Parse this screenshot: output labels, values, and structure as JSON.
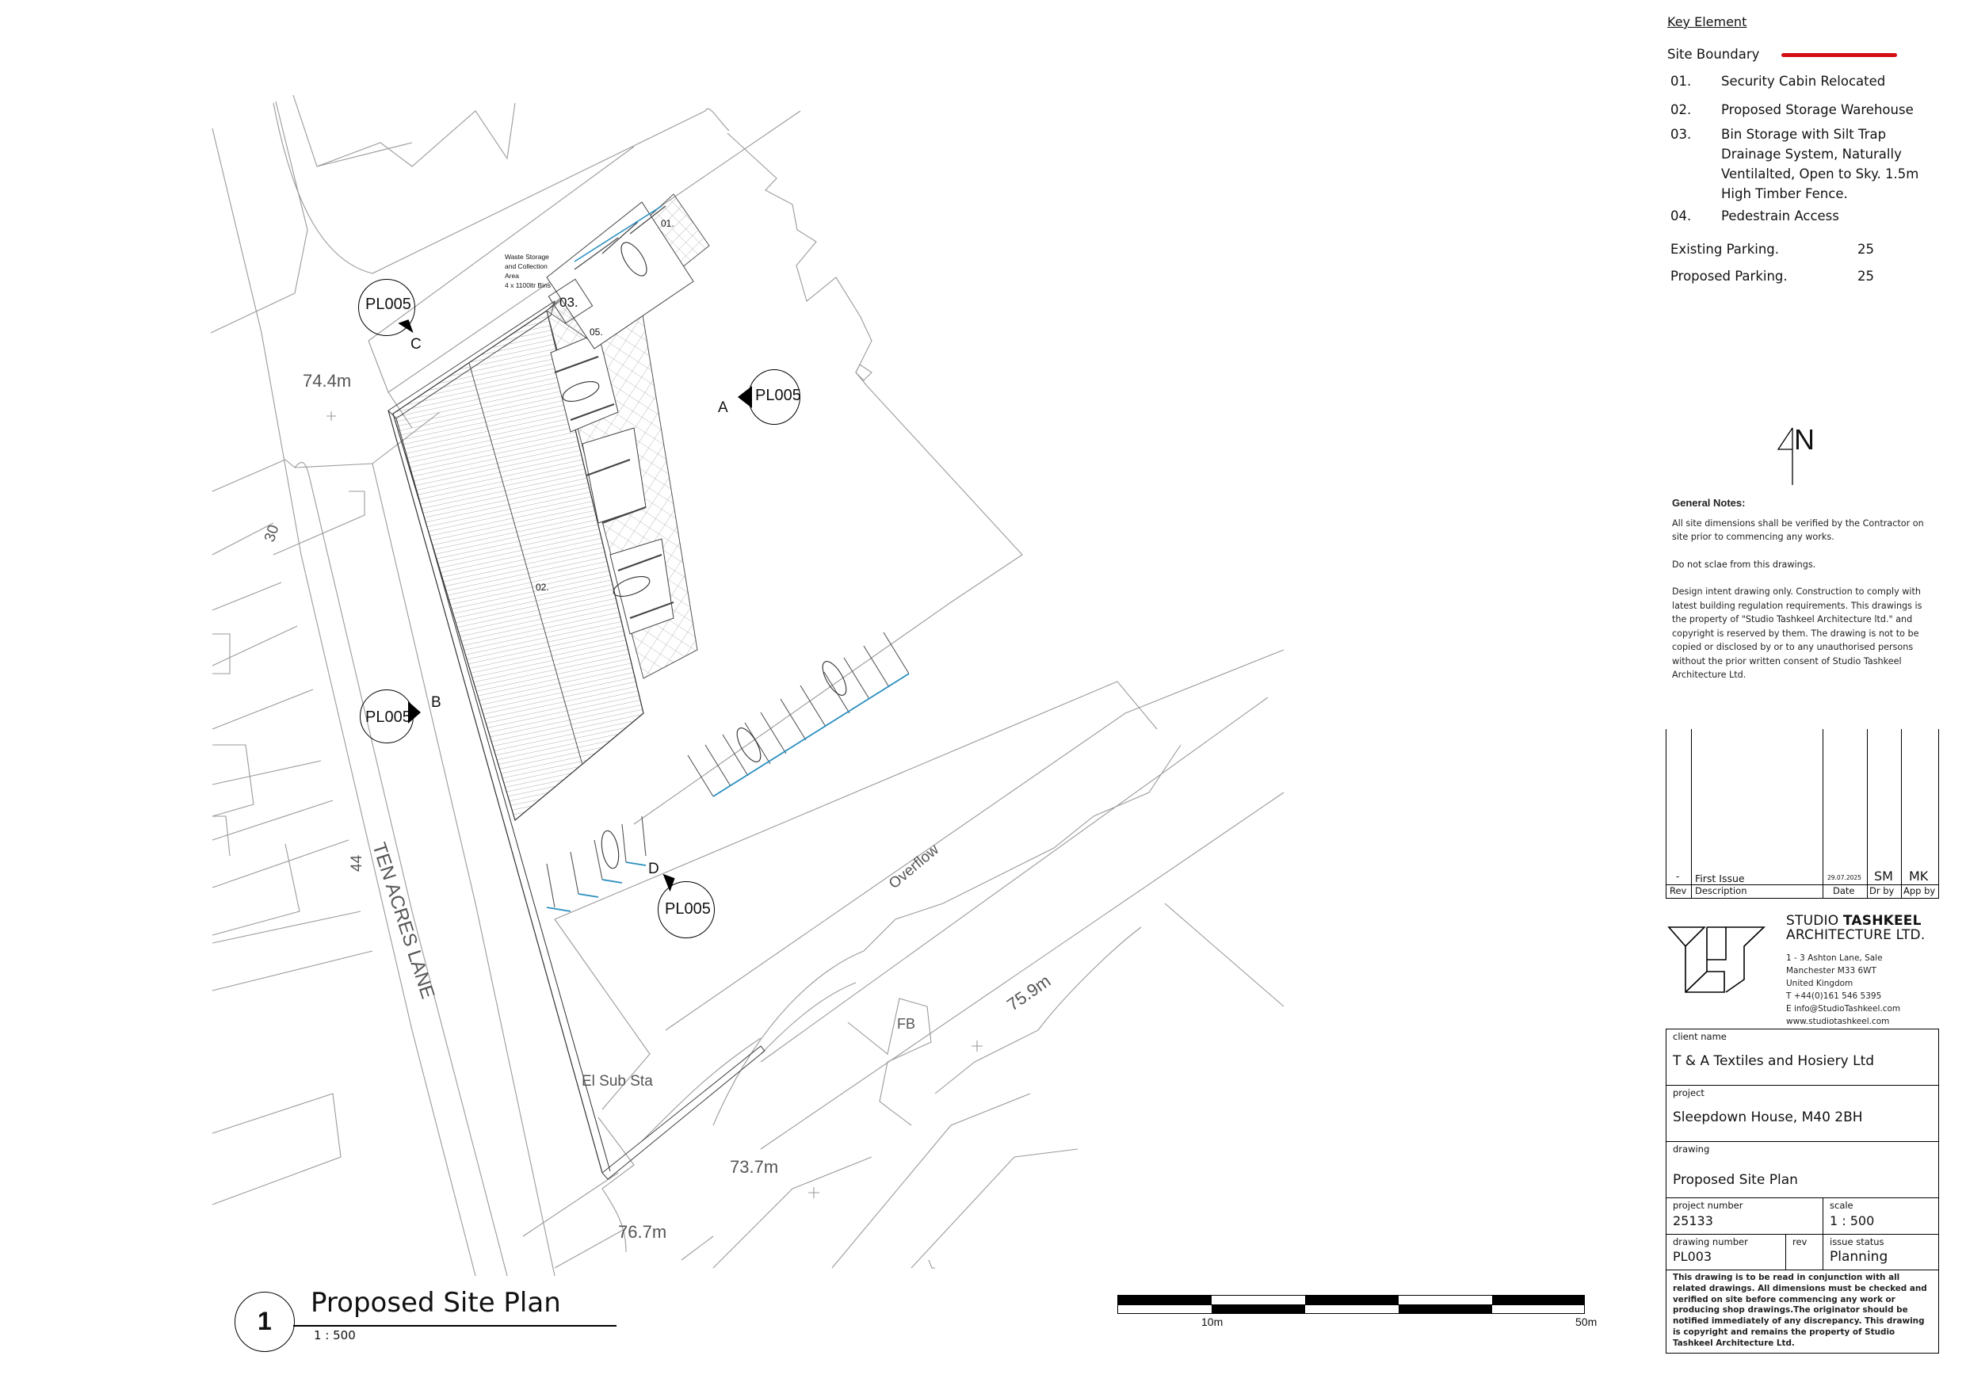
{
  "key": {
    "title": "Key Element",
    "site_boundary_label": "Site Boundary",
    "site_boundary_color": "#d40f14",
    "items": [
      {
        "num": "01.",
        "text": "Security Cabin Relocated"
      },
      {
        "num": "02.",
        "text": "Proposed Storage Warehouse"
      },
      {
        "num": "03.",
        "text": "Bin Storage with Silt Trap Drainage System,  Naturally Ventilalted, Open to Sky. 1.5m High Timber Fence."
      },
      {
        "num": "04.",
        "text": "Pedestrain Access"
      }
    ],
    "parking": [
      {
        "label": "Existing Parking.",
        "value": "25"
      },
      {
        "label": "Proposed Parking.",
        "value": "25"
      }
    ]
  },
  "north_arrow": {
    "label": "N"
  },
  "general_notes": {
    "title": "General Notes:",
    "paragraphs": [
      "All site dimensions shall be verified by the Contractor on\nsite prior to commencing any works.",
      "Do not sclae from this drawings.",
      "Design intent drawing only. Construction to comply with latest building regulation requirements. This drawings is the property of \"Studio Tashkeel Architecture ltd.\" and copyright is reserved by them. The drawing is not to be copied or disclosed by or to any unauthorised persons without the prior written consent of Studio Tashkeel Architecture Ltd."
    ]
  },
  "revisions": {
    "headers": {
      "rev": "Rev",
      "description": "Description",
      "date": "Date",
      "dr_by": "Dr by",
      "app_by": "App by"
    },
    "rows": [
      {
        "rev": "-",
        "description": "First Issue",
        "date": "29.07.2025",
        "dr_by": "SM",
        "app_by": "MK"
      }
    ]
  },
  "firm": {
    "name_light": "STUDIO",
    "name_bold": "TASHKEEL",
    "name_line2": "ARCHITECTURE  LTD.",
    "address": [
      "1 - 3 Ashton Lane, Sale",
      "Manchester M33 6WT",
      "United Kingdom"
    ],
    "phone": "T  +44(0)161 546 5395",
    "email": "E  info@StudioTashkeel.com",
    "web": "www.studiotashkeel.com"
  },
  "title_block": {
    "client_caption": "client name",
    "client": "T & A Textiles and Hosiery Ltd",
    "project_caption": "project",
    "project": "Sleepdown House, M40 2BH",
    "drawing_caption": "drawing",
    "drawing": "Proposed Site Plan",
    "project_number_caption": "project number",
    "project_number": "25133",
    "scale_caption": "scale",
    "scale": "1 : 500",
    "drawing_number_caption": "drawing number",
    "drawing_number": "PL003",
    "rev_caption": "rev",
    "rev": "",
    "issue_status_caption": "issue status",
    "issue_status": "Planning",
    "disclaimer": "This drawing is to be read in conjunction with all related drawings. All dimensions must be checked and verified on site before commencing any work or producing shop drawings.The originator should be notified immediately of any discrepancy. This drawing is copyright and remains the property of Studio Tashkeel Architecture Ltd."
  },
  "drawing_title": {
    "number": "1",
    "title": "Proposed Site Plan",
    "scale": "1 : 500"
  },
  "scale_bar": {
    "label_start": "10m",
    "label_end": "50m"
  },
  "plan": {
    "section_markers": [
      {
        "ref": "PL005",
        "letter": "C"
      },
      {
        "ref": "PL005",
        "letter": "A"
      },
      {
        "ref": "PL005",
        "letter": "B"
      },
      {
        "ref": "PL005",
        "letter": "D"
      }
    ],
    "labels": {
      "waste_storage": [
        "Waste Storage",
        "and Collection",
        "Area",
        "4 x 1100ltr Bins"
      ],
      "tag_01": "01.",
      "tag_02": "02.",
      "tag_03": "03.",
      "tag_05": "05.",
      "road": "TEN ACRES LANE",
      "overflow": "Overflow",
      "substation": "El Sub Sta",
      "fb": "FB",
      "house_30": "30",
      "house_44": "44"
    },
    "spot_levels": [
      "74.4m",
      "75.9m",
      "73.7m",
      "76.7m"
    ],
    "accent_color": "#2a8fc0"
  }
}
